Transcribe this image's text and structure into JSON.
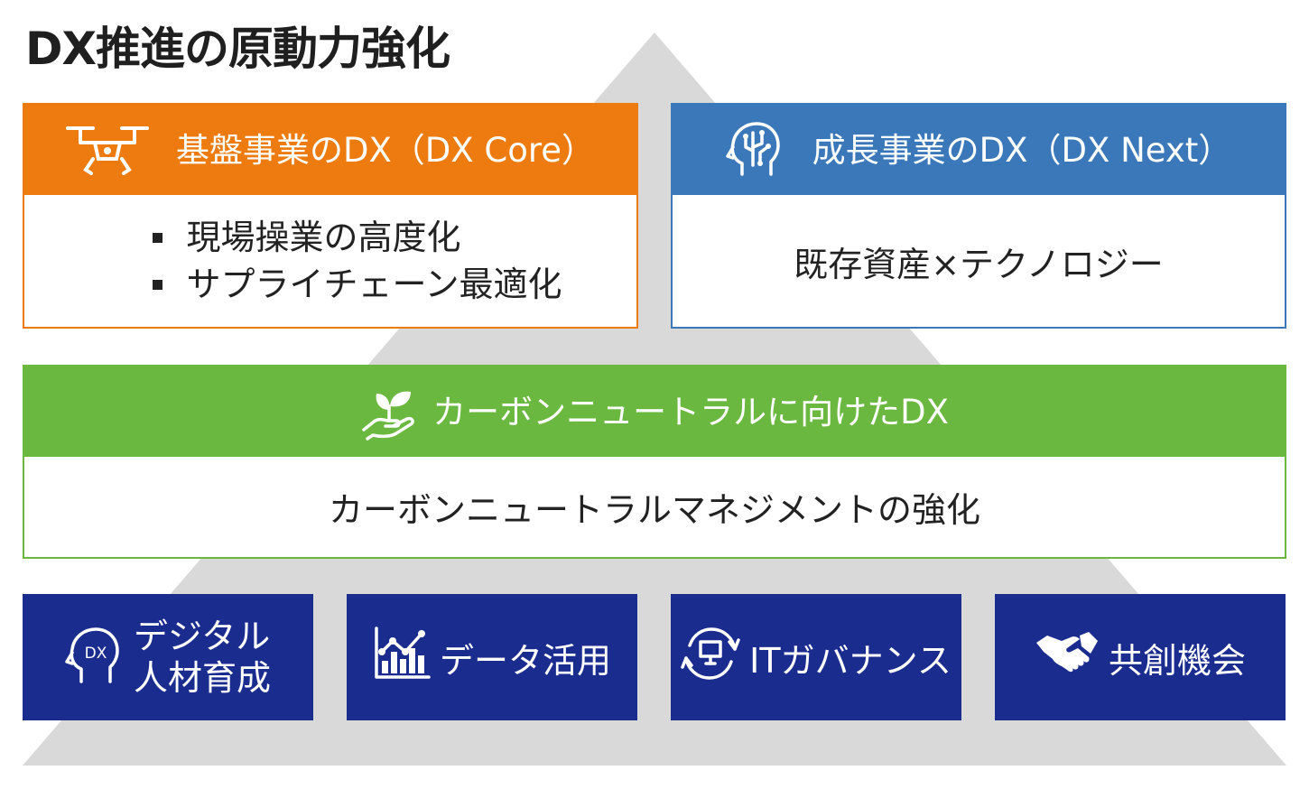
{
  "title": "DX推進の原動力強化",
  "colors": {
    "orange": "#ee7b10",
    "blue": "#3a78ba",
    "green": "#6ab83f",
    "navy": "#1b2c8f",
    "pyramid": "#d9d9d9"
  },
  "core": {
    "icon": "drone-icon",
    "heading": "基盤事業のDX（DX Core）",
    "items": [
      "現場操業の高度化",
      "サプライチェーン最適化"
    ]
  },
  "next": {
    "icon": "ai-head-icon",
    "heading": "成長事業のDX（DX Next）",
    "body": "既存資産×テクノロジー"
  },
  "carbon": {
    "icon": "sprout-hand-icon",
    "heading": "カーボンニュートラルに向けたDX",
    "body": "カーボンニュートラルマネジメントの強化"
  },
  "foundations": [
    {
      "icon": "dx-head-icon",
      "icon_text": "DX",
      "line1": "デジタル",
      "line2": "人材育成"
    },
    {
      "icon": "chart-icon",
      "label": "データ活用"
    },
    {
      "icon": "it-cycle-icon",
      "label": "ITガバナンス"
    },
    {
      "icon": "handshake-icon",
      "label": "共創機会"
    }
  ]
}
